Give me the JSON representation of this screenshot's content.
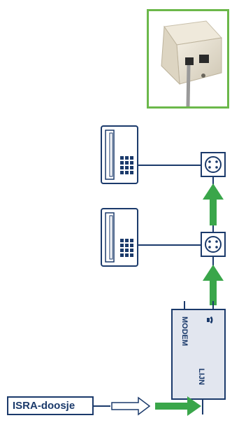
{
  "isra": {
    "label": "ISRA-doosje"
  },
  "splitter": {
    "modem_label": "MODEM",
    "line_label": "LIJN"
  },
  "colors": {
    "line": "#1b3a6b",
    "arrow_green": "#3aa64a",
    "frame_green": "#6bb84a",
    "splitter_fill": "#e2e6ef"
  },
  "icons": [
    "telephone-icon",
    "wall-socket-icon",
    "phone-jack-photo",
    "outline-arrow-icon",
    "green-arrow-icon",
    "phone-symbol-icon"
  ]
}
